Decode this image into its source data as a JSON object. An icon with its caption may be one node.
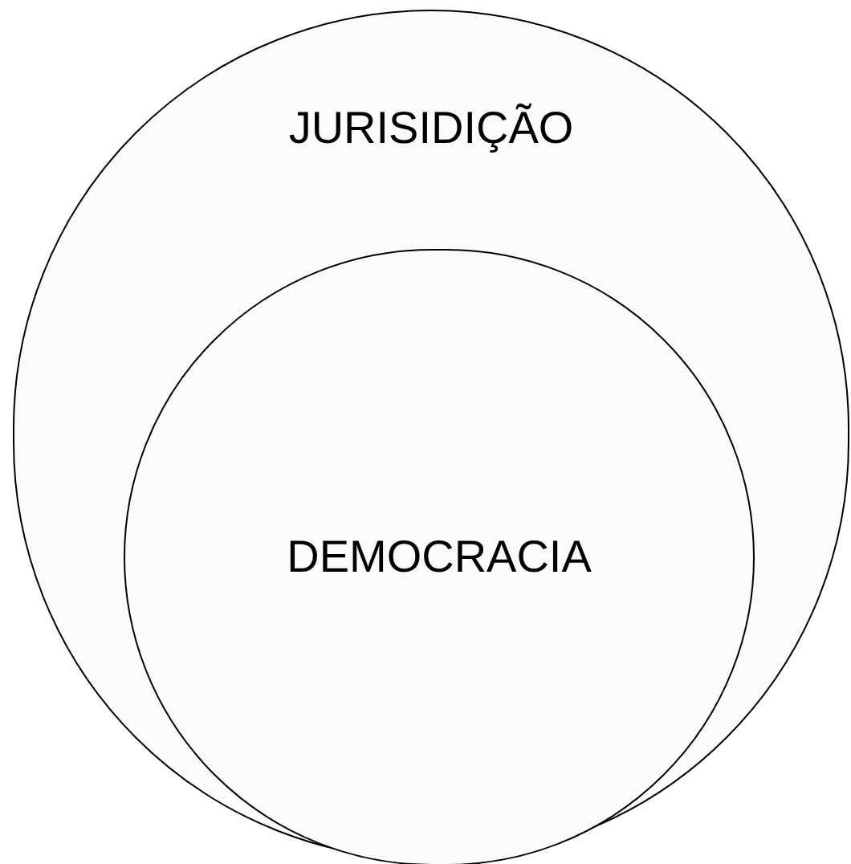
{
  "diagram": {
    "nodes": [
      {
        "text": [
          "JURISIDIÇÃO"
        ]
      },
      {
        "text": [
          "DEMOCRACIA"
        ],
        "in": 0
      }
    ]
  }
}
